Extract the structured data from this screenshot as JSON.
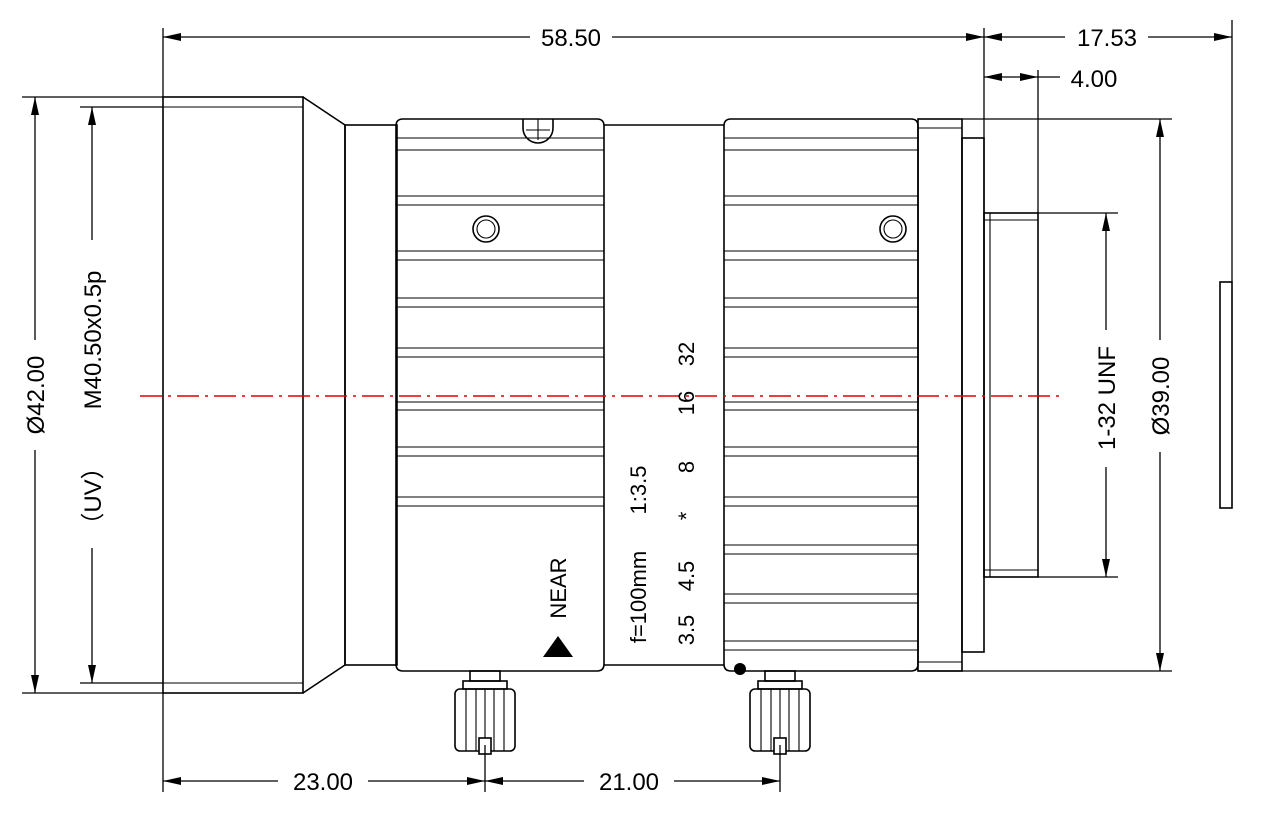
{
  "dimensions": {
    "overall_length": "58.50",
    "flange_back": "17.53",
    "thread_length": "4.00",
    "front_diameter": "Ø42.00",
    "filter_thread": "M40.50x0.5p",
    "filter_note": "（UV）",
    "rear_diameter": "Ø39.00",
    "mount_thread": "1-32 UNF",
    "front_to_screw": "23.00",
    "screw_spacing": "21.00"
  },
  "markings": {
    "focal_length": "f=100mm",
    "aperture_ratio": "1:3.5",
    "focus_label": "NEAR",
    "distance_scale": [
      "3.5",
      "4.5",
      "*",
      "8",
      "16",
      "32"
    ]
  },
  "colors": {
    "outline": "#000000",
    "centerline": "#e00000"
  },
  "icons": {
    "near_marker": "triangle-up-icon"
  }
}
